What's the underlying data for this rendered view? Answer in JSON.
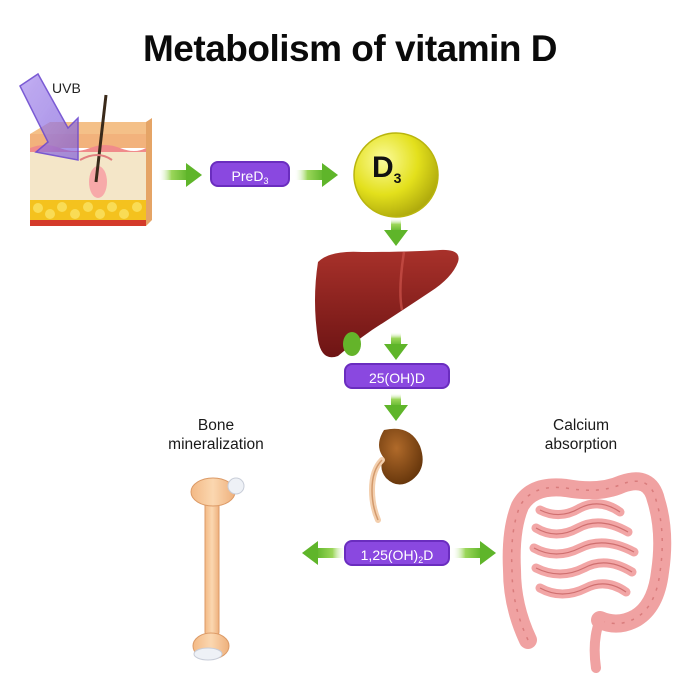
{
  "title": "Metabolism of vitamin D",
  "uvb_label": "UVB",
  "d3": {
    "letter": "D",
    "subscript": "3"
  },
  "pills": {
    "pred3": {
      "main": "PreD",
      "sub": "3"
    },
    "hydroxy": {
      "main": "25(OH)D"
    },
    "dihydroxy": {
      "main": "1,25(OH)",
      "sub": "2",
      "tail": "D"
    }
  },
  "captions": {
    "bone": {
      "line1": "Bone",
      "line2": "mineralization"
    },
    "calcium": {
      "line1": "Calcium",
      "line2": "absorption"
    }
  },
  "colors": {
    "arrow_green": "#6bbd2e",
    "pill_purple": "#8a48e0",
    "d3_yellow": "#e3e01c",
    "liver": "#8c1e1e",
    "kidney": "#8a4a14",
    "bone": "#f6c79a",
    "intestine": "#f0a0a0"
  },
  "icons": [
    "skin-cross-section-icon",
    "uvb-arrow-icon",
    "d3-sphere-icon",
    "liver-icon",
    "gallbladder-icon",
    "kidney-icon",
    "bone-icon",
    "intestine-icon"
  ]
}
